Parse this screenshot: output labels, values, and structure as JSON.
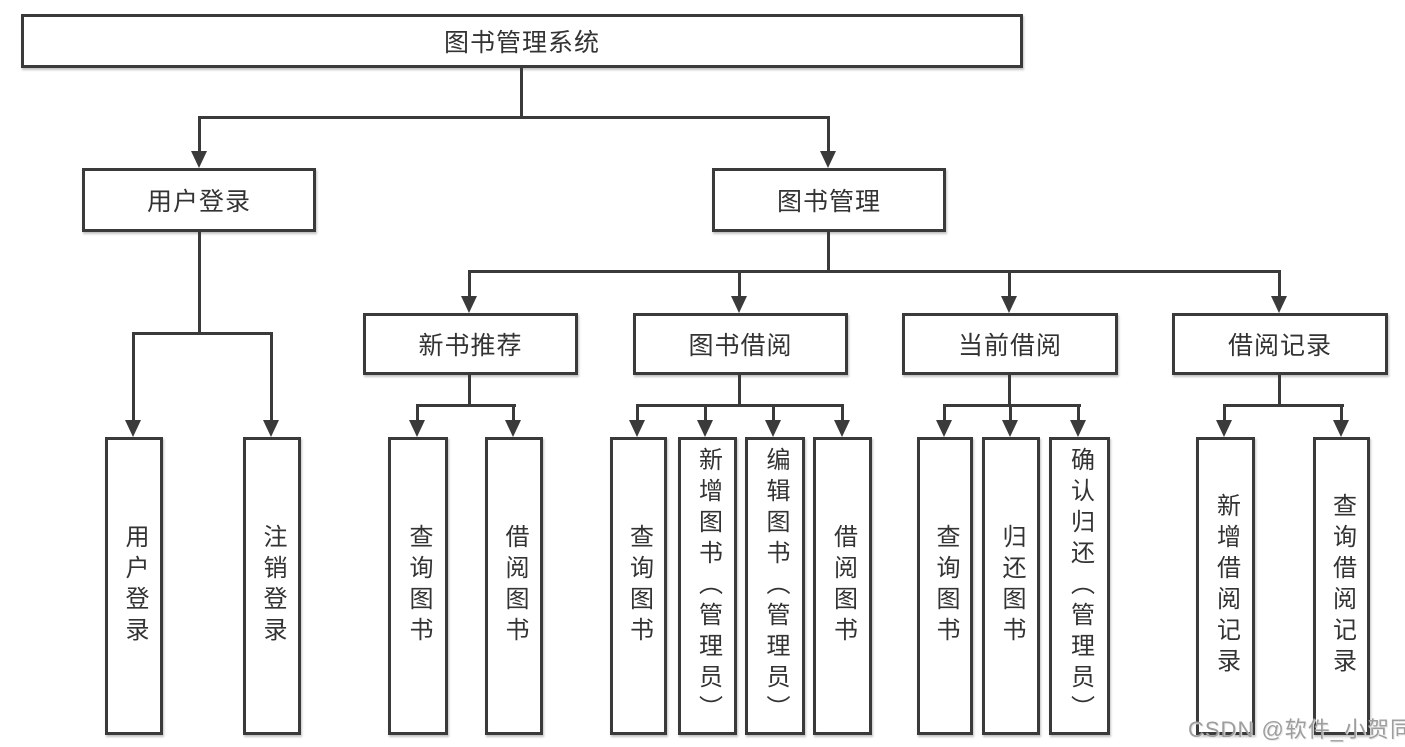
{
  "diagram": {
    "title": "图书管理系统",
    "branches": [
      {
        "label": "用户登录",
        "children": [
          "用户登录",
          "注销登录"
        ]
      },
      {
        "label": "图书管理",
        "children": [
          {
            "label": "新书推荐",
            "children": [
              "查询图书",
              "借阅图书"
            ]
          },
          {
            "label": "图书借阅",
            "children": [
              "查询图书",
              "新增图书（管理员）",
              "编辑图书（管理员）",
              "借阅图书"
            ]
          },
          {
            "label": "当前借阅",
            "children": [
              "查询图书",
              "归还图书",
              "确认归还（管理员）"
            ]
          },
          {
            "label": "借阅记录",
            "children": [
              "新增借阅记录",
              "查询借阅记录"
            ]
          }
        ]
      }
    ]
  },
  "colors": {
    "line": "#3a3a3a",
    "box_background": "#ffffff",
    "text": "#333333",
    "watermark": "#9e9e9e"
  },
  "watermark": {
    "text": "CSDN @软件_小贺同学"
  }
}
